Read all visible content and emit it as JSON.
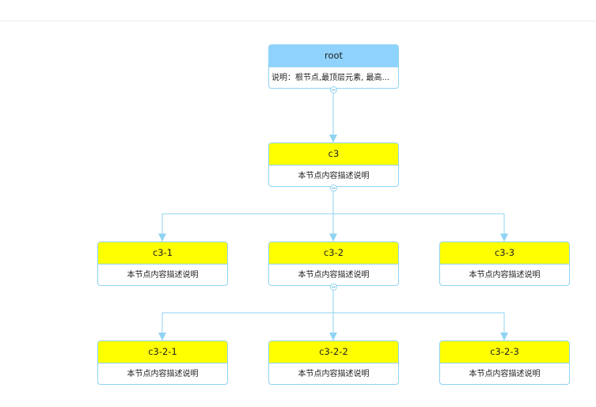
{
  "nodes": {
    "root": {
      "title": "root",
      "desc": "说明：根节点,最顶层元素, 最高..."
    },
    "c3": {
      "title": "c3",
      "desc": "本节点内容描述说明"
    },
    "c3_1": {
      "title": "c3-1",
      "desc": "本节点内容描述说明"
    },
    "c3_2": {
      "title": "c3-2",
      "desc": "本节点内容描述说明"
    },
    "c3_3": {
      "title": "c3-3",
      "desc": "本节点内容描述说明"
    },
    "c3_2_1": {
      "title": "c3-2-1",
      "desc": "本节点内容描述说明"
    },
    "c3_2_2": {
      "title": "c3-2-2",
      "desc": "本节点内容描述说明"
    },
    "c3_2_3": {
      "title": "c3-2-3",
      "desc": "本节点内容描述说明"
    }
  },
  "colors": {
    "root_header": "#8fd3fd",
    "child_header": "#ffff00",
    "edge": "#8fd3f2"
  },
  "icons": {
    "collapse": "collapse-minus-icon"
  }
}
